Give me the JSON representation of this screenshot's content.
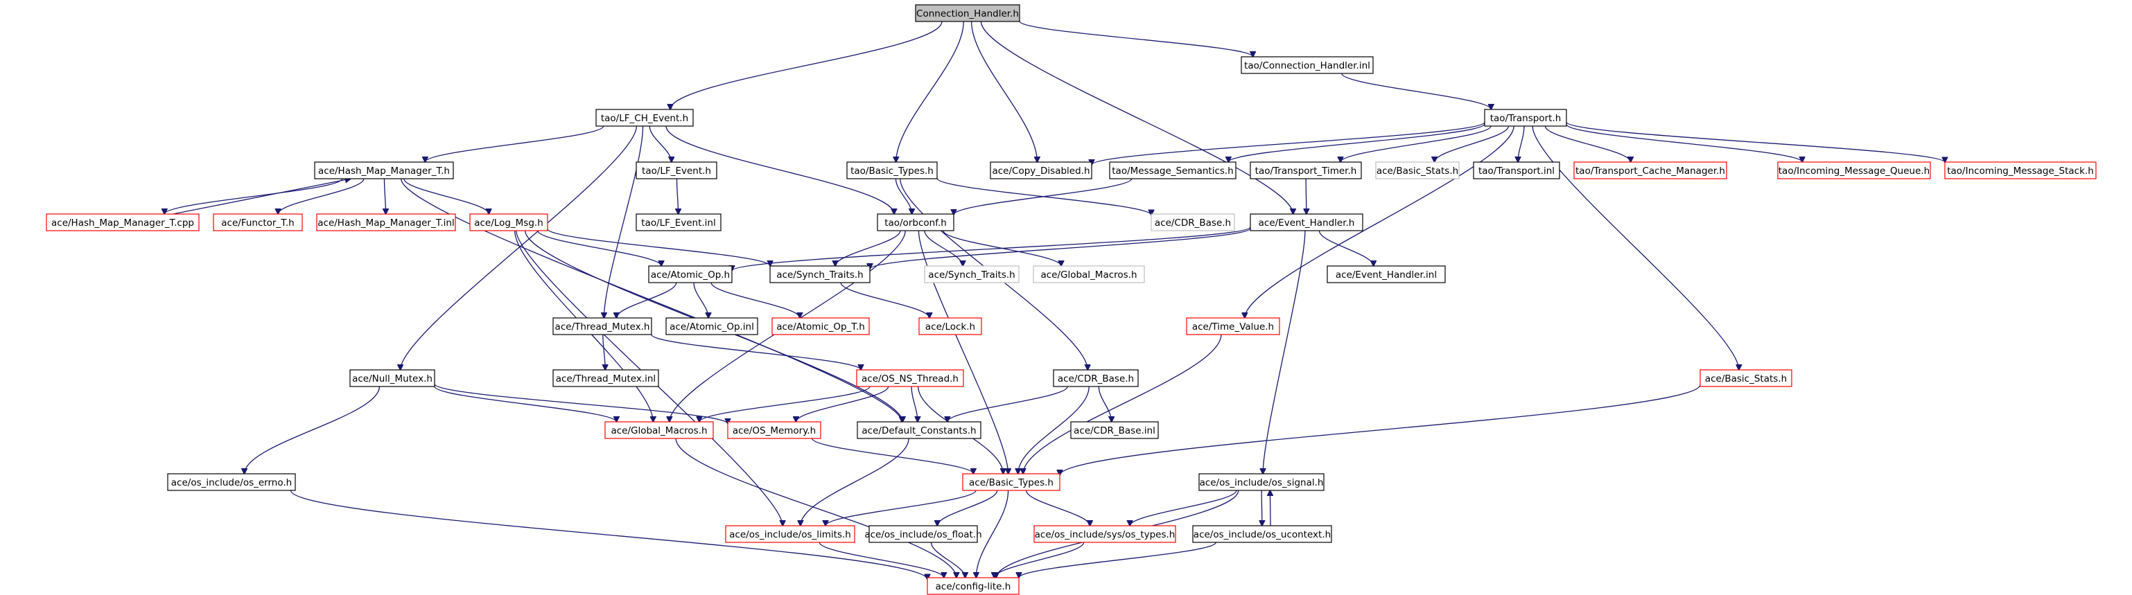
{
  "graph": {
    "root": "Connection_Handler.h",
    "style": {
      "edge_color": "#191970",
      "root_fill": "#bfbfbf",
      "outline_normal": "#000000",
      "outline_red": "#ff0000",
      "outline_gray": "#bfbfbf"
    },
    "nodes": [
      {
        "id": "root",
        "label": "Connection_Handler.h",
        "style": "root"
      },
      {
        "id": "tao_lfch",
        "label": "tao/LF_CH_Event.h",
        "style": "normal"
      },
      {
        "id": "tao_basic_types",
        "label": "tao/Basic_Types.h",
        "style": "normal"
      },
      {
        "id": "ace_copy_disabled",
        "label": "ace/Copy_Disabled.h",
        "style": "normal"
      },
      {
        "id": "tao_conn_inl",
        "label": "tao/Connection_Handler.inl",
        "style": "normal"
      },
      {
        "id": "tao_transport",
        "label": "tao/Transport.h",
        "style": "normal"
      },
      {
        "id": "ace_hmm",
        "label": "ace/Hash_Map_Manager_T.h",
        "style": "normal"
      },
      {
        "id": "ace_hmm_cpp",
        "label": "ace/Hash_Map_Manager_T.cpp",
        "style": "red"
      },
      {
        "id": "ace_functor",
        "label": "ace/Functor_T.h",
        "style": "red"
      },
      {
        "id": "ace_hmm_inl",
        "label": "ace/Hash_Map_Manager_T.inl",
        "style": "red"
      },
      {
        "id": "ace_log_msg",
        "label": "ace/Log_Msg.h",
        "style": "red"
      },
      {
        "id": "tao_lf_event",
        "label": "tao/LF_Event.h",
        "style": "normal"
      },
      {
        "id": "tao_lf_event_inl",
        "label": "tao/LF_Event.inl",
        "style": "normal"
      },
      {
        "id": "tao_orbconf",
        "label": "tao/orbconf.h",
        "style": "normal"
      },
      {
        "id": "tao_msg_sem",
        "label": "tao/Message_Semantics.h",
        "style": "normal"
      },
      {
        "id": "tao_transport_timer",
        "label": "tao/Transport_Timer.h",
        "style": "normal"
      },
      {
        "id": "ace_basic_stats_gray",
        "label": "ace/Basic_Stats.h",
        "style": "gray"
      },
      {
        "id": "tao_transport_inl",
        "label": "tao/Transport.inl",
        "style": "normal"
      },
      {
        "id": "tao_tcm",
        "label": "tao/Transport_Cache_Manager.h",
        "style": "red"
      },
      {
        "id": "tao_imq",
        "label": "tao/Incoming_Message_Queue.h",
        "style": "red"
      },
      {
        "id": "tao_ims",
        "label": "tao/Incoming_Message_Stack.h",
        "style": "red"
      },
      {
        "id": "ace_cdr_base_gray",
        "label": "ace/CDR_Base.h",
        "style": "gray"
      },
      {
        "id": "ace_event_handler",
        "label": "ace/Event_Handler.h",
        "style": "normal"
      },
      {
        "id": "ace_atomic_op",
        "label": "ace/Atomic_Op.h",
        "style": "normal"
      },
      {
        "id": "ace_synch_traits",
        "label": "ace/Synch_Traits.h",
        "style": "normal"
      },
      {
        "id": "ace_synch_traits_gray",
        "label": "ace/Synch_Traits.h",
        "style": "gray"
      },
      {
        "id": "ace_global_macros_gray",
        "label": "ace/Global_Macros.h",
        "style": "gray"
      },
      {
        "id": "ace_event_handler_inl",
        "label": "ace/Event_Handler.inl",
        "style": "normal"
      },
      {
        "id": "ace_thread_mutex",
        "label": "ace/Thread_Mutex.h",
        "style": "normal"
      },
      {
        "id": "ace_atomic_op_inl",
        "label": "ace/Atomic_Op.inl",
        "style": "normal"
      },
      {
        "id": "ace_atomic_op_t",
        "label": "ace/Atomic_Op_T.h",
        "style": "red"
      },
      {
        "id": "ace_lock",
        "label": "ace/Lock.h",
        "style": "red"
      },
      {
        "id": "ace_time_value",
        "label": "ace/Time_Value.h",
        "style": "red"
      },
      {
        "id": "ace_thread_mutex_inl",
        "label": "ace/Thread_Mutex.inl",
        "style": "normal"
      },
      {
        "id": "ace_null_mutex",
        "label": "ace/Null_Mutex.h",
        "style": "normal"
      },
      {
        "id": "ace_os_ns_thread",
        "label": "ace/OS_NS_Thread.h",
        "style": "red"
      },
      {
        "id": "ace_cdr_base",
        "label": "ace/CDR_Base.h",
        "style": "normal"
      },
      {
        "id": "ace_basic_stats",
        "label": "ace/Basic_Stats.h",
        "style": "red"
      },
      {
        "id": "ace_global_macros",
        "label": "ace/Global_Macros.h",
        "style": "red"
      },
      {
        "id": "ace_os_memory",
        "label": "ace/OS_Memory.h",
        "style": "red"
      },
      {
        "id": "ace_default_constants",
        "label": "ace/Default_Constants.h",
        "style": "normal"
      },
      {
        "id": "ace_cdr_base_inl",
        "label": "ace/CDR_Base.inl",
        "style": "normal"
      },
      {
        "id": "ace_os_errno",
        "label": "ace/os_include/os_errno.h",
        "style": "normal"
      },
      {
        "id": "ace_basic_types",
        "label": "ace/Basic_Types.h",
        "style": "red"
      },
      {
        "id": "ace_os_signal",
        "label": "ace/os_include/os_signal.h",
        "style": "normal"
      },
      {
        "id": "ace_os_limits",
        "label": "ace/os_include/os_limits.h",
        "style": "red"
      },
      {
        "id": "ace_os_float",
        "label": "ace/os_include/os_float.h",
        "style": "normal"
      },
      {
        "id": "ace_sys_types",
        "label": "ace/os_include/sys/os_types.h",
        "style": "red"
      },
      {
        "id": "ace_os_ucontext",
        "label": "ace/os_include/os_ucontext.h",
        "style": "normal"
      },
      {
        "id": "ace_config_lite",
        "label": "ace/config-lite.h",
        "style": "red"
      }
    ],
    "edges": [
      [
        "root",
        "tao_lfch"
      ],
      [
        "root",
        "tao_basic_types"
      ],
      [
        "root",
        "ace_copy_disabled"
      ],
      [
        "root",
        "tao_conn_inl"
      ],
      [
        "root",
        "ace_event_handler"
      ],
      [
        "tao_conn_inl",
        "tao_transport"
      ],
      [
        "tao_transport",
        "ace_copy_disabled"
      ],
      [
        "tao_transport",
        "tao_msg_sem"
      ],
      [
        "tao_transport",
        "tao_transport_timer"
      ],
      [
        "tao_transport",
        "ace_basic_stats_gray"
      ],
      [
        "tao_transport",
        "tao_transport_inl"
      ],
      [
        "tao_transport",
        "tao_tcm"
      ],
      [
        "tao_transport",
        "tao_imq"
      ],
      [
        "tao_transport",
        "tao_ims"
      ],
      [
        "tao_transport",
        "ace_time_value"
      ],
      [
        "tao_transport",
        "ace_basic_stats"
      ],
      [
        "tao_lfch",
        "ace_hmm"
      ],
      [
        "tao_lfch",
        "tao_lf_event"
      ],
      [
        "tao_lfch",
        "tao_orbconf"
      ],
      [
        "tao_lfch",
        "ace_thread_mutex"
      ],
      [
        "tao_lfch",
        "ace_null_mutex"
      ],
      [
        "ace_hmm",
        "ace_hmm_cpp"
      ],
      [
        "ace_hmm",
        "ace_functor"
      ],
      [
        "ace_hmm",
        "ace_hmm_inl"
      ],
      [
        "ace_hmm",
        "ace_log_msg"
      ],
      [
        "ace_hmm",
        "ace_default_constants"
      ],
      [
        "ace_hmm_cpp",
        "ace_hmm"
      ],
      [
        "tao_lf_event",
        "tao_lf_event_inl"
      ],
      [
        "tao_basic_types",
        "tao_orbconf"
      ],
      [
        "tao_basic_types",
        "ace_cdr_base_gray"
      ],
      [
        "tao_basic_types",
        "ace_cdr_base"
      ],
      [
        "tao_msg_sem",
        "tao_orbconf"
      ],
      [
        "tao_transport_timer",
        "ace_event_handler"
      ],
      [
        "tao_orbconf",
        "ace_synch_traits"
      ],
      [
        "tao_orbconf",
        "ace_synch_traits_gray"
      ],
      [
        "tao_orbconf",
        "ace_global_macros_gray"
      ],
      [
        "tao_orbconf",
        "ace_basic_types"
      ],
      [
        "tao_orbconf",
        "ace_global_macros"
      ],
      [
        "ace_event_handler",
        "ace_atomic_op"
      ],
      [
        "ace_event_handler",
        "ace_synch_traits"
      ],
      [
        "ace_event_handler",
        "ace_event_handler_inl"
      ],
      [
        "ace_event_handler",
        "ace_os_signal"
      ],
      [
        "ace_log_msg",
        "ace_atomic_op"
      ],
      [
        "ace_log_msg",
        "ace_synch_traits"
      ],
      [
        "ace_log_msg",
        "ace_global_macros"
      ],
      [
        "ace_log_msg",
        "ace_os_limits"
      ],
      [
        "ace_log_msg",
        "ace_default_constants"
      ],
      [
        "ace_atomic_op",
        "ace_thread_mutex"
      ],
      [
        "ace_atomic_op",
        "ace_atomic_op_inl"
      ],
      [
        "ace_atomic_op",
        "ace_atomic_op_t"
      ],
      [
        "ace_synch_traits",
        "ace_lock"
      ],
      [
        "ace_thread_mutex",
        "ace_thread_mutex_inl"
      ],
      [
        "ace_thread_mutex",
        "ace_os_ns_thread"
      ],
      [
        "ace_null_mutex",
        "ace_global_macros"
      ],
      [
        "ace_null_mutex",
        "ace_os_errno"
      ],
      [
        "ace_null_mutex",
        "ace_os_memory"
      ],
      [
        "ace_os_ns_thread",
        "ace_global_macros"
      ],
      [
        "ace_os_ns_thread",
        "ace_os_memory"
      ],
      [
        "ace_os_ns_thread",
        "ace_default_constants"
      ],
      [
        "ace_os_ns_thread",
        "ace_basic_types"
      ],
      [
        "ace_cdr_base",
        "ace_default_constants"
      ],
      [
        "ace_cdr_base",
        "ace_cdr_base_inl"
      ],
      [
        "ace_cdr_base",
        "ace_basic_types"
      ],
      [
        "ace_time_value",
        "ace_basic_types"
      ],
      [
        "ace_basic_stats",
        "ace_basic_types"
      ],
      [
        "ace_os_memory",
        "ace_basic_types"
      ],
      [
        "ace_default_constants",
        "ace_os_limits"
      ],
      [
        "ace_global_macros",
        "ace_config_lite"
      ],
      [
        "ace_os_errno",
        "ace_config_lite"
      ],
      [
        "ace_basic_types",
        "ace_os_limits"
      ],
      [
        "ace_basic_types",
        "ace_os_float"
      ],
      [
        "ace_basic_types",
        "ace_sys_types"
      ],
      [
        "ace_basic_types",
        "ace_config_lite"
      ],
      [
        "ace_os_signal",
        "ace_sys_types"
      ],
      [
        "ace_os_signal",
        "ace_os_ucontext"
      ],
      [
        "ace_os_signal",
        "ace_config_lite"
      ],
      [
        "ace_os_ucontext",
        "ace_os_signal"
      ],
      [
        "ace_os_ucontext",
        "ace_config_lite"
      ],
      [
        "ace_os_limits",
        "ace_config_lite"
      ],
      [
        "ace_os_float",
        "ace_config_lite"
      ],
      [
        "ace_sys_types",
        "ace_config_lite"
      ]
    ]
  }
}
